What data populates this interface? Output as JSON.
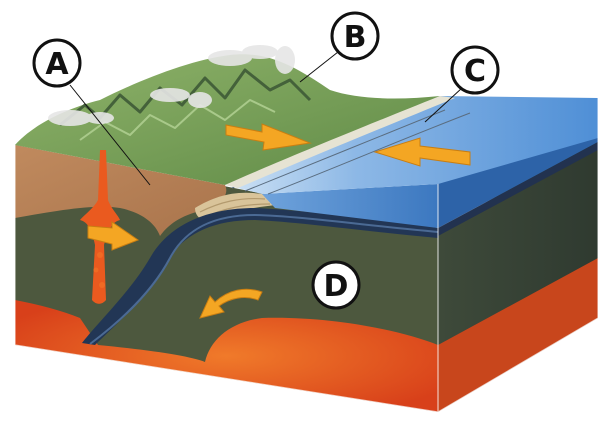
{
  "labels": {
    "a": "A",
    "b": "B",
    "c": "C",
    "d": "D"
  },
  "colors": {
    "ocean_top": "#4f8fd6",
    "ocean_light": "#bcd8f2",
    "ocean_front": "#3f7fc8",
    "mantle": "#4f5a3e",
    "mantle_dark": "#3b4430",
    "asthenosphere": "#e4501a",
    "crust_continental": "#b9835a",
    "oceanic_plate": "#2b3d5e",
    "land_green": "#7aa05a",
    "arrow": "#f4a623",
    "magma": "#e8551c"
  }
}
